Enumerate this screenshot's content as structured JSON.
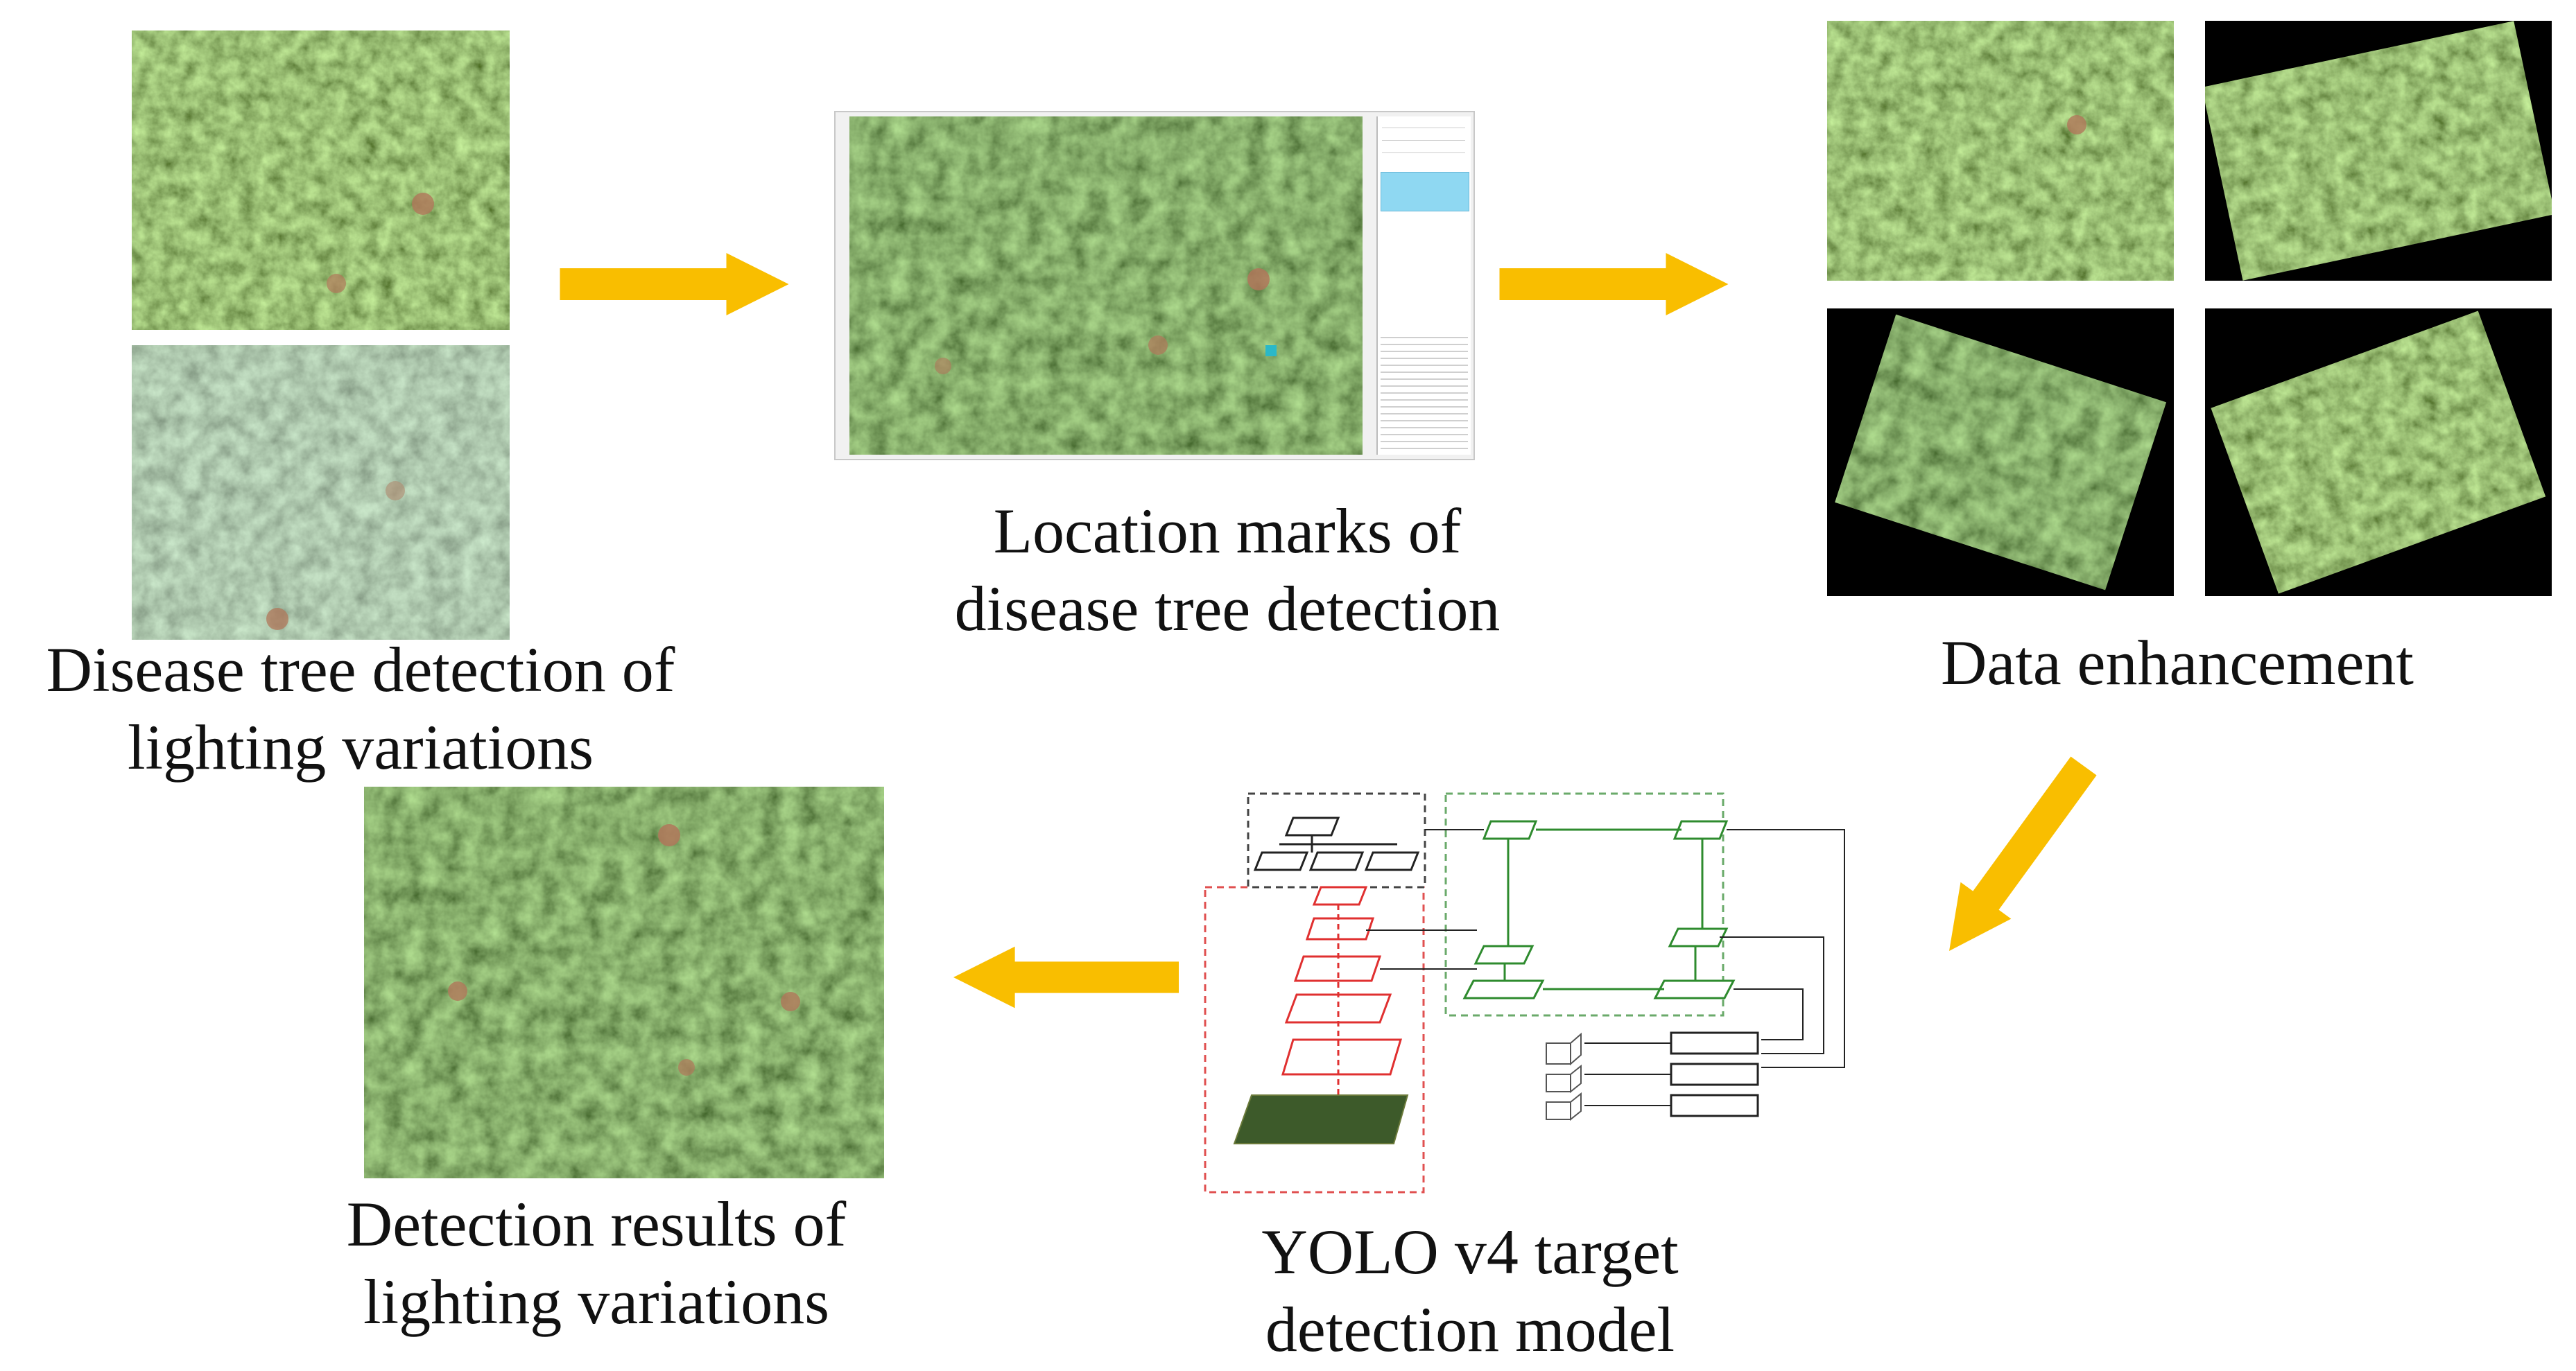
{
  "captions": {
    "input": [
      "Disease tree detection of",
      "lighting variations"
    ],
    "marks": [
      "Location marks of",
      "disease tree detection"
    ],
    "enhancement": [
      "Data enhancement"
    ],
    "model": [
      "YOLO v4 target",
      "detection model"
    ],
    "results": [
      "Detection results of",
      "lighting variations"
    ]
  },
  "colors": {
    "arrow": "#F9BE00",
    "canopy_dark": "#2e4a1e",
    "canopy_light": "#8ea34a",
    "disease_spot": "#b0775a",
    "backbone_red": "#e03030",
    "neck_green": "#2e8b2e",
    "head_black": "#222222",
    "panel_blue": "#8fd8f2"
  },
  "icons": {
    "flow_arrow": "arrow-right-icon"
  }
}
